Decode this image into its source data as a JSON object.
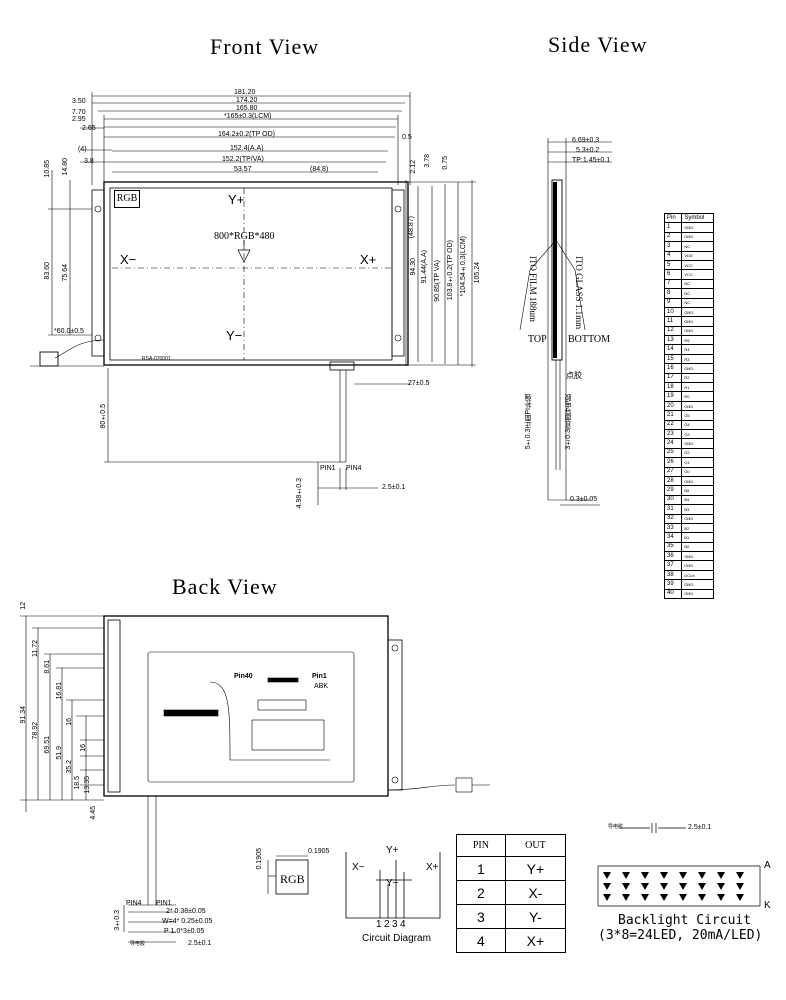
{
  "titles": {
    "front": "Front View",
    "side": "Side View",
    "back": "Back View"
  },
  "front": {
    "dims_top": [
      "181.20",
      "174.20",
      "165.80",
      "*165±0.3(LCM)",
      "164.2±0.2(TP OD)",
      "152.4(A.A)",
      "152.2(TP/VA)",
      "53.57",
      "(84.8)"
    ],
    "dims_left": [
      "3.50",
      "7.70",
      "2.95",
      "2.65",
      "(4)",
      "3.8"
    ],
    "dims_right": [
      "0.5",
      "2.12",
      "3.78",
      "0.75",
      "(48.87)",
      "94.30",
      "91.44(A.A)",
      "90.85(TP VA)",
      "103.8±0.2(TP OD)",
      "*104.54±0.3(LCM)",
      "105.24"
    ],
    "dims_side": [
      "10.85",
      "14.80",
      "83.60",
      "75.64"
    ],
    "bottom": [
      "*60.0±0.5",
      "27±0.5",
      "80±0.5",
      "PIN1",
      "PIN4",
      "2.5±0.1",
      "4.98±0.3"
    ],
    "axes": {
      "yplus": "Y+",
      "yminus": "Y−",
      "xminus": "X−",
      "xplus": "X+"
    },
    "resolution": "800*RGB*480",
    "logo": "RGB",
    "fpc_label": "RSA-070001"
  },
  "side": {
    "dims": [
      "6.69±0.3",
      "5.3±0.2",
      "TP:1.45±0.1",
      "0.3±0.05"
    ],
    "labels": {
      "ito_film": "ITO FILM 188um",
      "ito_glass": "ITO GLASS 1.1mm",
      "top": "TOP",
      "bottom": "BOTTOM",
      "glue": "点胶",
      "tape_left": "5±0.3正面PI补强",
      "tape_right": "3±0.3背面导电胶"
    }
  },
  "pin_table": {
    "headers": [
      "Pin",
      "Symbol"
    ],
    "rows": [
      [
        "1",
        "GND"
      ],
      [
        "2",
        "GND"
      ],
      [
        "3",
        "NC"
      ],
      [
        "4",
        "VDD"
      ],
      [
        "5",
        "VCC"
      ],
      [
        "6",
        "VCC"
      ],
      [
        "7",
        "NC"
      ],
      [
        "8",
        "NC"
      ],
      [
        "9",
        "NC"
      ],
      [
        "10",
        "GND"
      ],
      [
        "11",
        "GND"
      ],
      [
        "12",
        "GND"
      ],
      [
        "13",
        "R5"
      ],
      [
        "14",
        "R4"
      ],
      [
        "15",
        "R3"
      ],
      [
        "16",
        "GND"
      ],
      [
        "17",
        "R2"
      ],
      [
        "18",
        "R1"
      ],
      [
        "19",
        "R0"
      ],
      [
        "20",
        "GND"
      ],
      [
        "21",
        "G5"
      ],
      [
        "22",
        "G4"
      ],
      [
        "23",
        "G3"
      ],
      [
        "24",
        "GND"
      ],
      [
        "25",
        "G2"
      ],
      [
        "26",
        "G1"
      ],
      [
        "27",
        "G0"
      ],
      [
        "28",
        "GND"
      ],
      [
        "29",
        "B5"
      ],
      [
        "30",
        "B4"
      ],
      [
        "31",
        "B3"
      ],
      [
        "32",
        "GND"
      ],
      [
        "33",
        "B2"
      ],
      [
        "34",
        "B1"
      ],
      [
        "35",
        "B0"
      ],
      [
        "36",
        "GND"
      ],
      [
        "37",
        "GND"
      ],
      [
        "38",
        "DCLK"
      ],
      [
        "39",
        "GND"
      ],
      [
        "40",
        "GND"
      ]
    ]
  },
  "back": {
    "dims": [
      "12",
      "11.72",
      "8.61",
      "16.81",
      "91.34",
      "78.92",
      "69.51",
      "51.9",
      "35.2",
      "16",
      "16",
      "18.5",
      "13.35",
      "4.45"
    ],
    "labels": {
      "pin40": "Pin40",
      "pin1": "Pin1",
      "abk": "ABK"
    },
    "fpc": {
      "pin4": "PIN4",
      "pin1": "PIN1",
      "width": "3±0.3",
      "a": "2* 0.38±0.05",
      "b": "W=4* 0.25±0.05",
      "c": "P 1.0*3±0.05",
      "d": "2.5±0.1",
      "side": "导电胶"
    }
  },
  "lcd_detail": {
    "a": "0.1905",
    "b": "0.1905",
    "logo": "RGB"
  },
  "circuit": {
    "yplus": "Y+",
    "yminus": "Y−",
    "xminus": "X−",
    "xplus": "X+",
    "pins": [
      "1",
      "2",
      "3",
      "4"
    ],
    "caption": "Circuit Diagram"
  },
  "out_table": {
    "headers": [
      "PIN",
      "OUT"
    ],
    "rows": [
      [
        "1",
        "Y+"
      ],
      [
        "2",
        "X-"
      ],
      [
        "3",
        "Y-"
      ],
      [
        "4",
        "X+"
      ]
    ]
  },
  "backlight": {
    "tape_dim": "2.5±0.1",
    "tape_label": "导电胶",
    "anode": "A",
    "cathode": "K",
    "caption_1": "Backlight Circuit",
    "caption_2": "(3*8=24LED, 20mA/LED)"
  }
}
